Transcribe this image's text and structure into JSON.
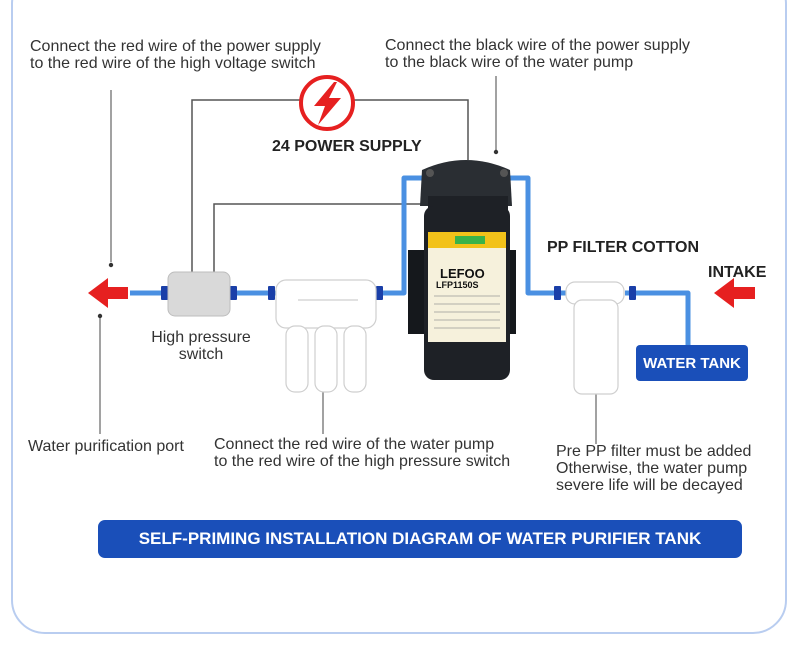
{
  "callouts": {
    "top_left": "Connect the red wire of the power supply\nto the red wire of the high voltage switch",
    "top_right": "Connect the black wire of the power supply\nto the black wire of the water pump",
    "power_supply": "24 POWER SUPPLY",
    "pp_filter_cotton": "PP FILTER COTTON",
    "intake": "INTAKE",
    "water_tank": "WATER TANK",
    "high_pressure_switch": "High pressure\nswitch",
    "water_purification_port": "Water purification port",
    "bottom_middle": "Connect the red wire of the water pump\nto the red wire of the high pressure switch",
    "bottom_right": "Pre PP filter must be added\nOtherwise, the water pump\nsevere life will be decayed"
  },
  "pump": {
    "brand": "LEFOO",
    "model": "LFP1150S"
  },
  "banner": "SELF-PRIMING INSTALLATION DIAGRAM OF WATER PURIFIER TANK",
  "colors": {
    "pipe": "#4a90e2",
    "arrow": "#e62020",
    "banner": "#1a4fb9",
    "pump_body": "#1e2126",
    "label_yellow": "#f2c21a",
    "lightning_circle": "#e62020"
  }
}
